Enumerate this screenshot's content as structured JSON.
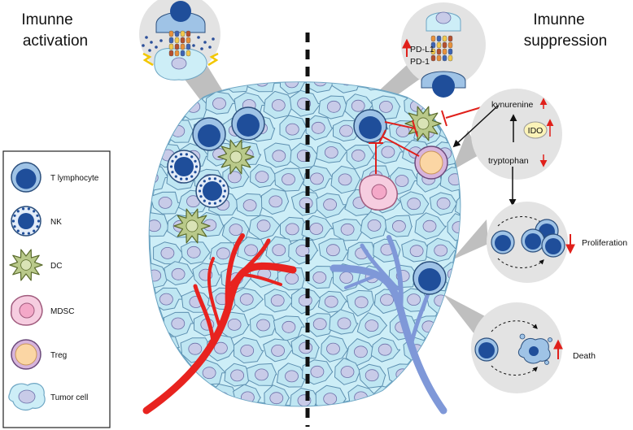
{
  "headings": {
    "left_line1": "Imunne",
    "left_line2": "activation",
    "right_line1": "Imunne",
    "right_line2": "suppression"
  },
  "markers": {
    "pdl1": "PD-L1",
    "pd1": "PD-1"
  },
  "pathway": {
    "kynurenine": "kynurenine",
    "ido": "IDO",
    "tryptophan": "tryptophan",
    "proliferation": "Proliferation",
    "death": "Death"
  },
  "legend": {
    "items": [
      {
        "key": "t",
        "label": "T lymphocyte"
      },
      {
        "key": "nk",
        "label": "NK"
      },
      {
        "key": "dc",
        "label": "DC"
      },
      {
        "key": "mdsc",
        "label": "MDSC"
      },
      {
        "key": "treg",
        "label": "Treg"
      },
      {
        "key": "tumor",
        "label": "Tumor cell"
      }
    ]
  },
  "colors": {
    "tumor_fill": "#bfe6f2",
    "tumor_stroke": "#5d8fb0",
    "nucleus": "#c8cbe8",
    "t_outer": "#9fc3e6",
    "t_inner": "#1f4e9a",
    "dc": "#b9c98a",
    "mdsc": "#f6cde0",
    "treg_outer": "#d7b4dc",
    "treg_inner": "#fbd6a4",
    "artery": "#e8231f",
    "vein": "#7f98d8",
    "bubble": "#e3e3e3",
    "inhibit": "#e0201b"
  },
  "icons": [
    "up-arrow-icon",
    "down-arrow-icon",
    "inhibit-bar-icon",
    "lightning-icon"
  ]
}
